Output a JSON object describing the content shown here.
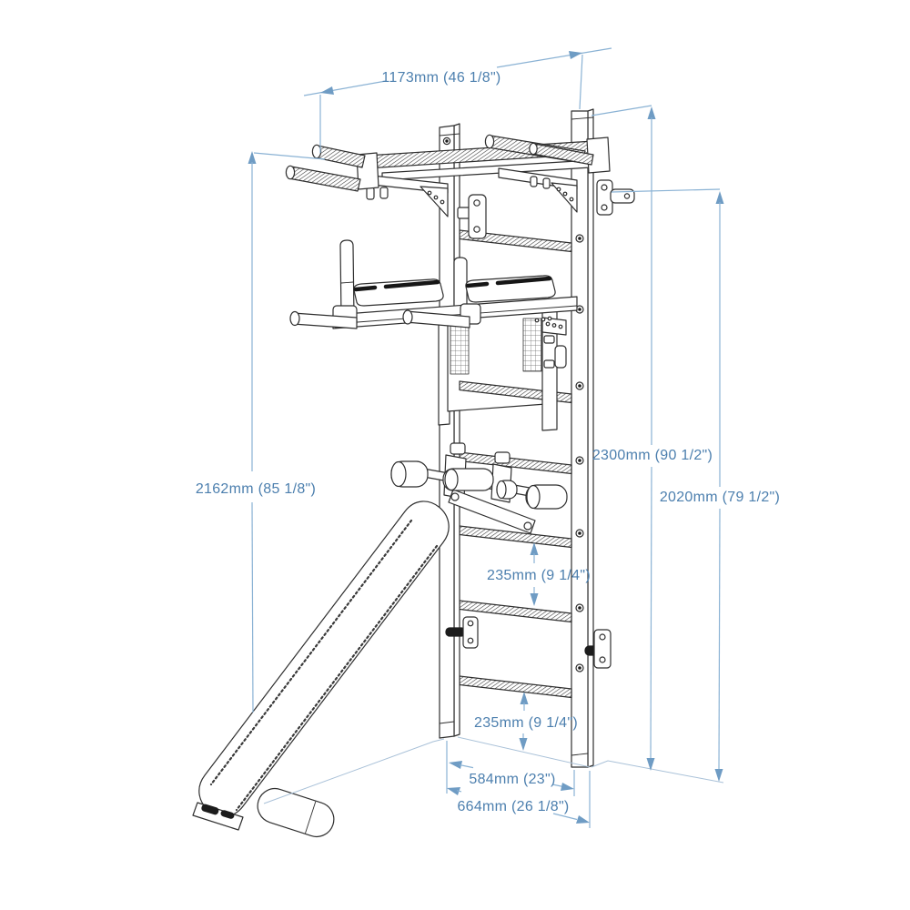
{
  "drawing": {
    "product": "Wall bars with pull-up bar, dip station and sit-up bench",
    "view": "isometric dimensional drawing",
    "colors": {
      "background": "#ffffff",
      "outline": "#2f2f2f",
      "dimension_line": "#8ab2d4",
      "dimension_arrow": "#6f9cc4",
      "dimension_text": "#4c7fae"
    },
    "dimensions": {
      "top_width": "1173mm (46 1/8\")",
      "pullup_grip_height": "2162mm (85 1/8\")",
      "total_height": "2300mm (90 1/2\")",
      "upper_bracket_height": "2020mm (79 1/2\")",
      "rung_spacing_upper": "235mm (9 1/4\")",
      "rung_spacing_lower": "235mm (9 1/4\")",
      "base_depth_inner": "584mm (23\")",
      "base_depth_outer": "664mm (26 1/8\")"
    }
  }
}
